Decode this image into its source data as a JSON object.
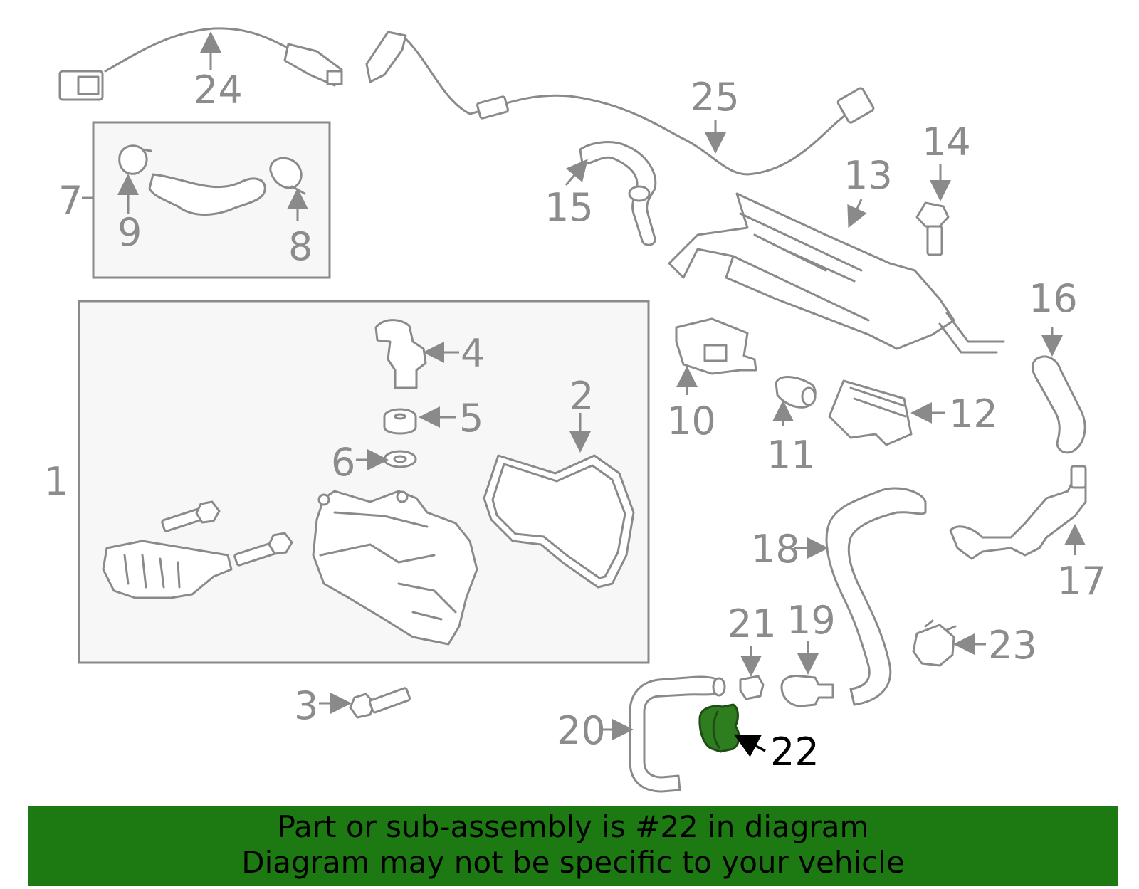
{
  "callouts": {
    "c1": "1",
    "c2": "2",
    "c3": "3",
    "c4": "4",
    "c5": "5",
    "c6": "6",
    "c7": "7",
    "c8": "8",
    "c9": "9",
    "c10": "10",
    "c11": "11",
    "c12": "12",
    "c13": "13",
    "c14": "14",
    "c15": "15",
    "c16": "16",
    "c17": "17",
    "c18": "18",
    "c19": "19",
    "c20": "20",
    "c21": "21",
    "c22": "22",
    "c23": "23",
    "c24": "24",
    "c25": "25"
  },
  "highlight": {
    "part_number": "22",
    "color": "#2e7d1f"
  },
  "banner": {
    "line1": "Part or sub-assembly is #22 in diagram",
    "line2": "Diagram may not be specific to your vehicle",
    "background": "#1d7a12"
  }
}
